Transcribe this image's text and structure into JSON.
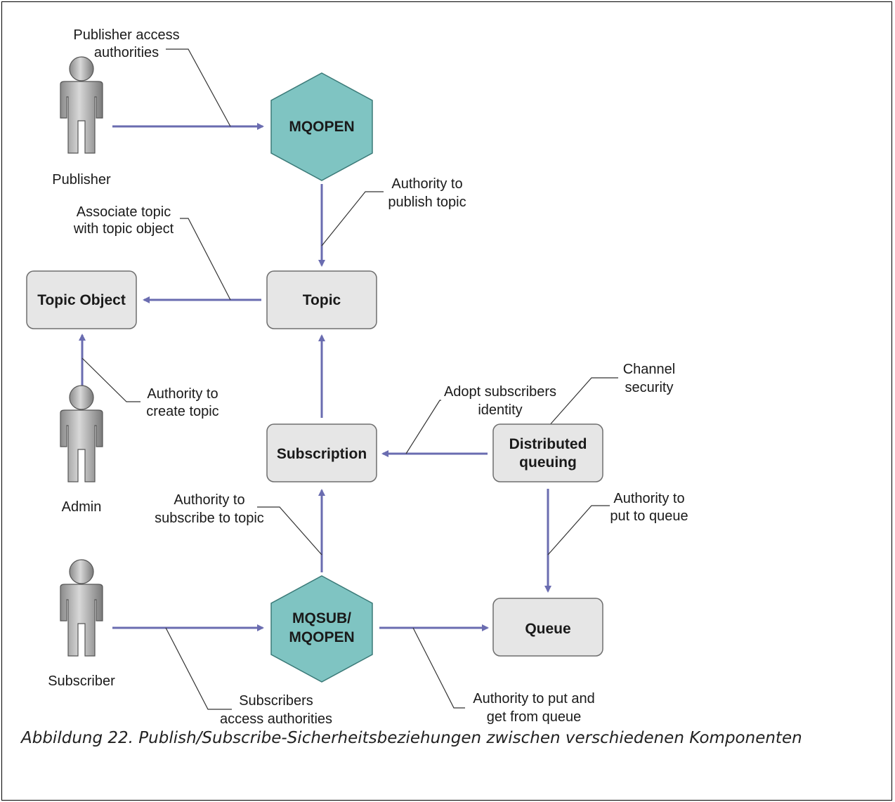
{
  "nodes": {
    "mqopen": "MQOPEN",
    "topic": "Topic",
    "topic_object": "Topic Object",
    "subscription": "Subscription",
    "distributed_queuing": [
      "Distributed",
      "queuing"
    ],
    "mqsub_mqopen": [
      "MQSUB/",
      "MQOPEN"
    ],
    "queue": "Queue"
  },
  "actors": {
    "publisher": "Publisher",
    "admin": "Admin",
    "subscriber": "Subscriber"
  },
  "annotations": {
    "publisher_access": [
      "Publisher access",
      "authorities"
    ],
    "authority_publish": [
      "Authority to",
      "publish topic"
    ],
    "associate_topic": [
      "Associate topic",
      "with topic object"
    ],
    "authority_create": [
      "Authority to",
      "create topic"
    ],
    "adopt_identity": [
      "Adopt subscribers",
      "identity"
    ],
    "channel_security": [
      "Channel",
      "security"
    ],
    "authority_subscribe": [
      "Authority to",
      "subscribe to topic"
    ],
    "authority_put_queue": [
      "Authority to",
      "put to queue"
    ],
    "subscribers_access": [
      "Subscribers",
      "access authorities"
    ],
    "authority_put_get": [
      "Authority to put and",
      "get from queue"
    ]
  },
  "caption": "Abbildung 22. Publish/Subscribe-Sicherheitsbeziehungen zwischen verschiedenen Komponenten",
  "colors": {
    "arrow": "#6a6cb0",
    "hexagon": "#7fc4c2",
    "box": "#e6e6e6",
    "person": "#a9a9a9"
  }
}
